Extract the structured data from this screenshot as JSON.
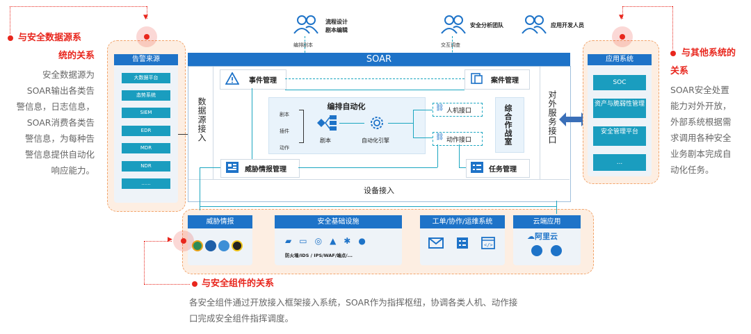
{
  "left_note": {
    "title": "与安全数据源系统的关系",
    "title_line1": "与安全数据源系",
    "title_line2": "统的关系",
    "desc_lines": [
      "安全数据源为",
      "SOAR输出各类告",
      "警信息，日志信息，",
      "SOAR消费各类告",
      "警信息，为每种告",
      "警信息提供自动化",
      "响应能力。"
    ]
  },
  "right_note": {
    "title_line1": "与其他系统的",
    "title_line2": "关系",
    "desc_lines": [
      "SOAR安全处置",
      "能力对外开放，",
      "外部系统根据需",
      "求调用各种安全",
      "业务剧本完成自",
      "动化任务。"
    ]
  },
  "bottom_note": {
    "title": "与安全组件的关系",
    "desc_lines": [
      "各安全组件通过开放接入框架接入系统，SOAR作为指挥枢纽，协调各类人机、动作接",
      "口完成安全组件指挥调度。"
    ]
  },
  "alert_source": {
    "header": "告警来源",
    "items": [
      "大数据平台",
      "态势系统",
      "SIEM",
      "EDR",
      "MDR",
      "NDR",
      "......"
    ]
  },
  "app_system": {
    "header": "应用系统",
    "items": [
      "SOC",
      "资产与脆弱性管理",
      "安全管理平台",
      "..."
    ]
  },
  "personas": [
    {
      "name": "流程设计剧本编辑",
      "line1": "流程设计",
      "line2": "剧本编辑",
      "sub": "编排剧本",
      "icon": "people-icon"
    },
    {
      "name": "安全分析团队",
      "sub": "交互调查",
      "icon": "people-icon"
    },
    {
      "name": "应用开发人员",
      "icon": "people-icon"
    }
  ],
  "soar": {
    "title": "SOAR",
    "data_access": "数据源接入",
    "external_interface": "对外服务接口",
    "device_access": "设备接入",
    "event_mgmt": "事件管理",
    "case_mgmt": "案件管理",
    "threat_intel_mgmt": "威胁情报管理",
    "task_mgmt": "任务管理",
    "orchestration": "编排自动化",
    "playbook_items": [
      "剧本",
      "插件",
      "动作"
    ],
    "playbook_label": "剧本",
    "engine_label": "自动化引擎",
    "human_interface": "人机接口",
    "action_interface": "动作接口",
    "war_room": "综合作战室"
  },
  "bottom_groups": {
    "threat_intel": "威胁情报",
    "infra": "安全基础设施",
    "infra_caption": "防火墙/IDS / IPS/WAF/端点/...",
    "ticket": "工单/协作/运维系统",
    "cloud": "云端应用",
    "cloud_brand": "阿里云"
  },
  "colors": {
    "accent_red": "#e8261d",
    "primary_blue": "#1e73c8",
    "teal": "#1a9dbf",
    "panel_orange": "#f2a46b"
  }
}
